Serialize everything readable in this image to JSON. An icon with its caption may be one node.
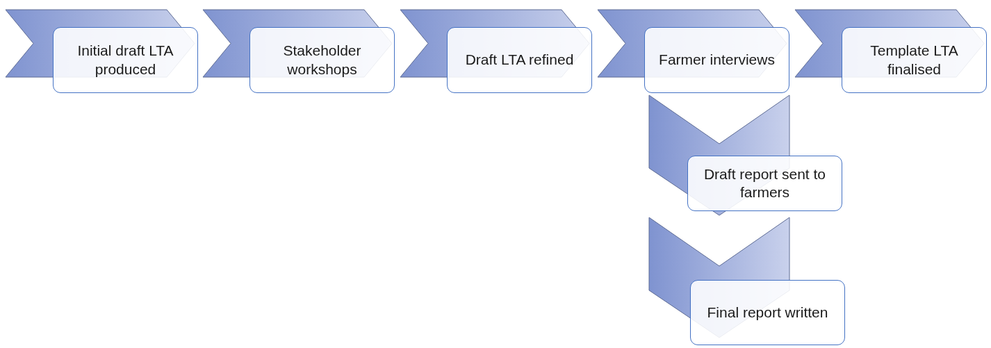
{
  "diagram": {
    "nodes": [
      {
        "text": [],
        "shape": "chevron"
      },
      {
        "text": [
          "Initial draft LTA produced"
        ]
      },
      {
        "text": [],
        "shape": "chevron"
      },
      {
        "text": [
          "Stakeholder workshops"
        ]
      },
      {
        "text": [],
        "shape": "chevron"
      },
      {
        "text": [
          "Draft LTA refined"
        ]
      },
      {
        "text": [],
        "shape": "chevron"
      },
      {
        "text": [
          "Farmer interviews"
        ]
      },
      {
        "text": [],
        "shape": "chevron"
      },
      {
        "text": [
          "Template LTA finalised"
        ]
      },
      {
        "text": [],
        "shape": "chevron"
      },
      {
        "text": [
          "Draft report sent to farmers"
        ]
      },
      {
        "text": [],
        "shape": "chevron"
      },
      {
        "text": [
          "Final report written"
        ]
      }
    ]
  }
}
